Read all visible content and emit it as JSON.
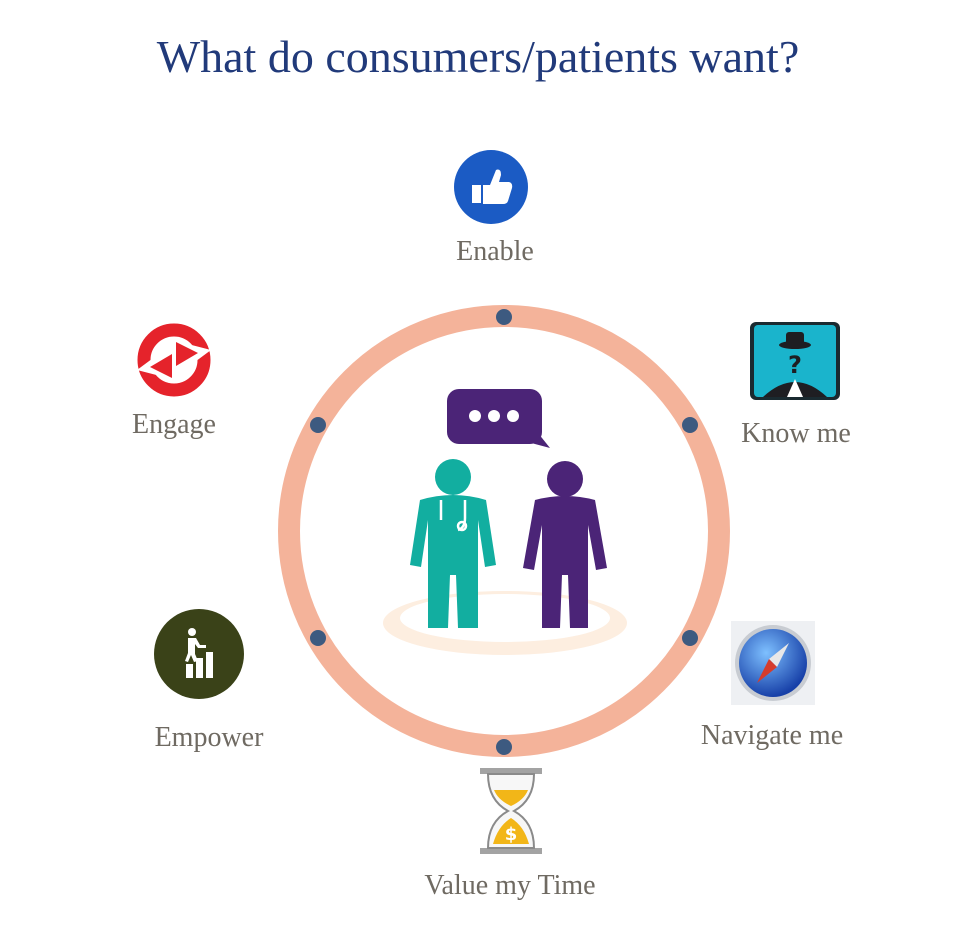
{
  "title": "What do consumers/patients want?",
  "colors": {
    "title": "#213a7a",
    "label": "#6f6a62",
    "ring": "#f4b39a",
    "ring_dot": "#3d5a80",
    "doctor": "#12aea0",
    "patient": "#4b2477",
    "speech_bubble": "#4b2477"
  },
  "items": [
    {
      "id": "enable",
      "label": "Enable",
      "icon": "thumbs-up-icon"
    },
    {
      "id": "know-me",
      "label": "Know me",
      "icon": "mystery-person-icon"
    },
    {
      "id": "navigate-me",
      "label": "Navigate me",
      "icon": "compass-icon"
    },
    {
      "id": "value-my-time",
      "label": "Value my Time",
      "icon": "hourglass-dollar-icon"
    },
    {
      "id": "empower",
      "label": "Empower",
      "icon": "climbing-steps-icon"
    },
    {
      "id": "engage",
      "label": "Engage",
      "icon": "refresh-arrows-icon"
    }
  ],
  "center": {
    "icon": "doctor-patient-conversation-icon"
  }
}
